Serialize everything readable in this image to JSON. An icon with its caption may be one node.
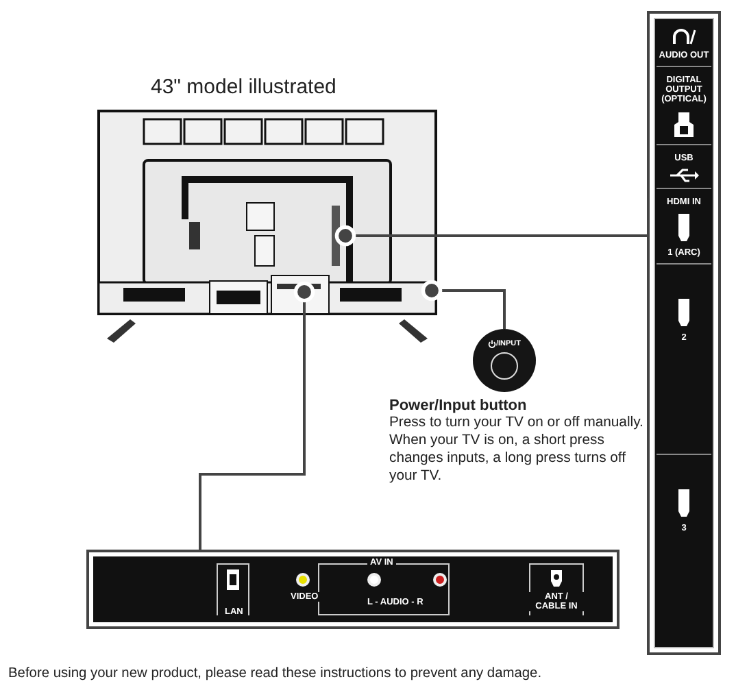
{
  "diagram": {
    "caption": "Before using your new product, please read these instructions to prevent any damage.",
    "nodes": [
      {
        "text": [],
        "shape": "picture",
        "beside": [
          "43\" model illustrated"
        ]
      },
      {
        "text": [
          "AUDIO OUT",
          "DIGITAL OUTPUT (OPTICAL)",
          "USB",
          "HDMI IN",
          "1 (ARC)",
          "2",
          "3"
        ]
      },
      {
        "text": [
          "/INPUT"
        ],
        "beside": [
          "Power/Input button",
          "Press to turn your TV on or off manually. When your TV is on, a short press changes inputs, a long press turns off your TV."
        ]
      },
      {
        "text": [
          "LAN",
          "AV IN",
          "VIDEO",
          "L - AUDIO - R",
          "ANT / CABLE IN"
        ]
      }
    ],
    "edges": [
      {
        "from": 0,
        "to": 1,
        "arrow": "other"
      },
      {
        "from": 0,
        "to": 2,
        "arrow": "other"
      },
      {
        "from": 0,
        "to": 3,
        "arrow": "other"
      }
    ]
  }
}
